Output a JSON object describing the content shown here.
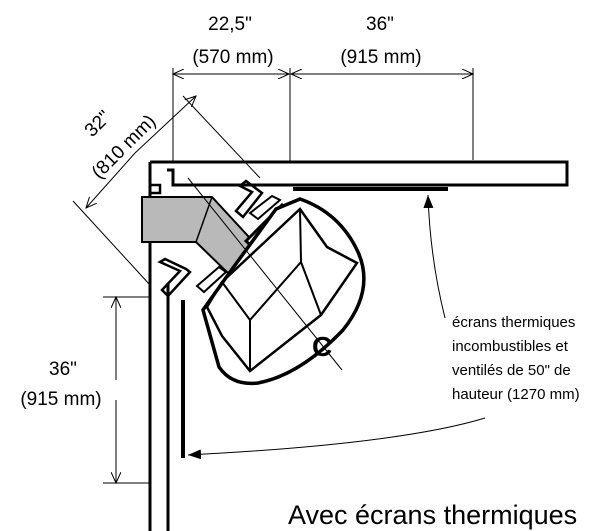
{
  "dimensions": {
    "top_left": {
      "inches": "22,5\"",
      "mm": "(570 mm)"
    },
    "top_right": {
      "inches": "36\"",
      "mm": "(915 mm)"
    },
    "diagonal": {
      "inches": "32\"",
      "mm": "(810 mm)"
    },
    "left_vertical": {
      "inches": "36\"",
      "mm": "(915 mm)"
    }
  },
  "heat_shield_note": {
    "line1": "écrans thermiques",
    "line2": "incombustibles et",
    "line3": "ventilés de 50\" de",
    "line4": "hauteur (1270 mm)"
  },
  "center_mark": "C",
  "caption": "Avec écrans thermiques",
  "colors": {
    "line": "#000000",
    "duct": "#b9b9b9",
    "background": "#ffffff"
  }
}
